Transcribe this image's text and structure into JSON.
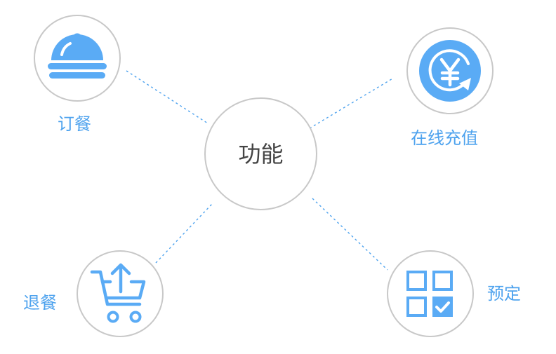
{
  "center": {
    "label": "功能"
  },
  "nodes": [
    {
      "id": "order",
      "label": "订餐",
      "icon": "food-cloche-icon"
    },
    {
      "id": "recharge",
      "label": "在线充值",
      "icon": "yuan-refresh-icon"
    },
    {
      "id": "refund",
      "label": "退餐",
      "icon": "cart-return-icon"
    },
    {
      "id": "reserve",
      "label": "预定",
      "icon": "grid-check-icon"
    }
  ],
  "colors": {
    "accent": "#4da2ee",
    "icon": "#5aabf5",
    "circle_border": "#c8c8c8",
    "center_text": "#444444"
  }
}
